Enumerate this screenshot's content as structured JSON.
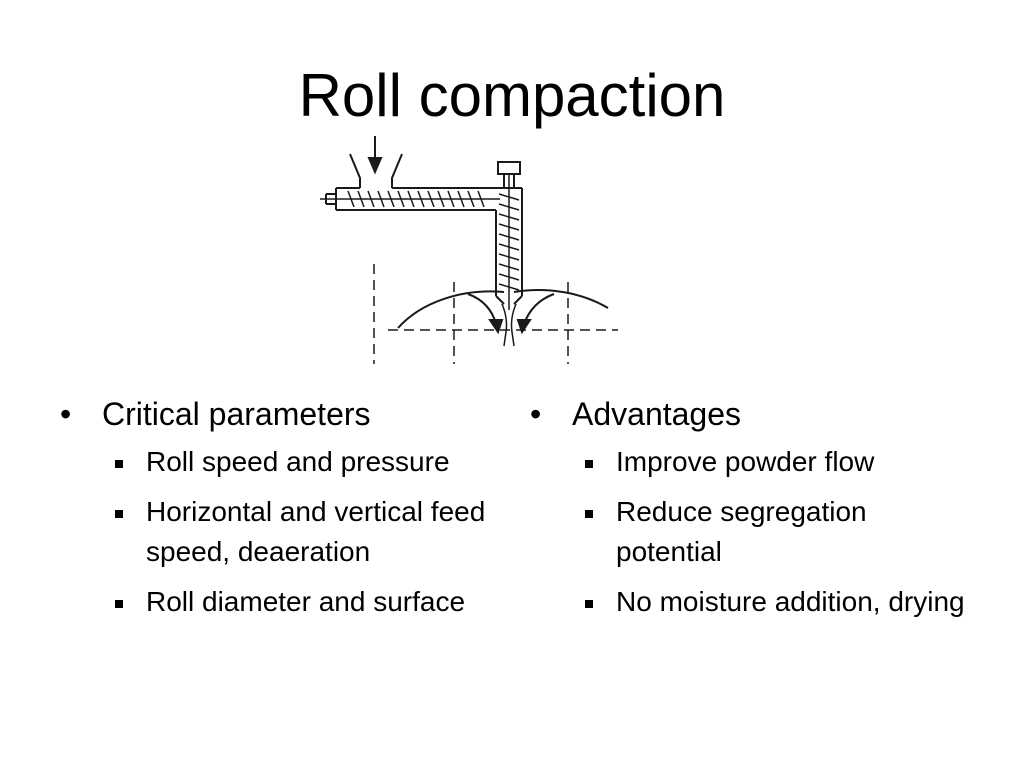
{
  "slide": {
    "title": "Roll compaction",
    "left_column": {
      "heading": "Critical parameters",
      "items": [
        "Roll speed and pressure",
        "Horizontal and vertical feed speed, deaeration",
        "Roll diameter and surface"
      ]
    },
    "right_column": {
      "heading": "Advantages",
      "items": [
        "Improve powder flow",
        "Reduce segregation potential",
        "No moisture addition, drying"
      ]
    },
    "bullet_l1": "•"
  }
}
